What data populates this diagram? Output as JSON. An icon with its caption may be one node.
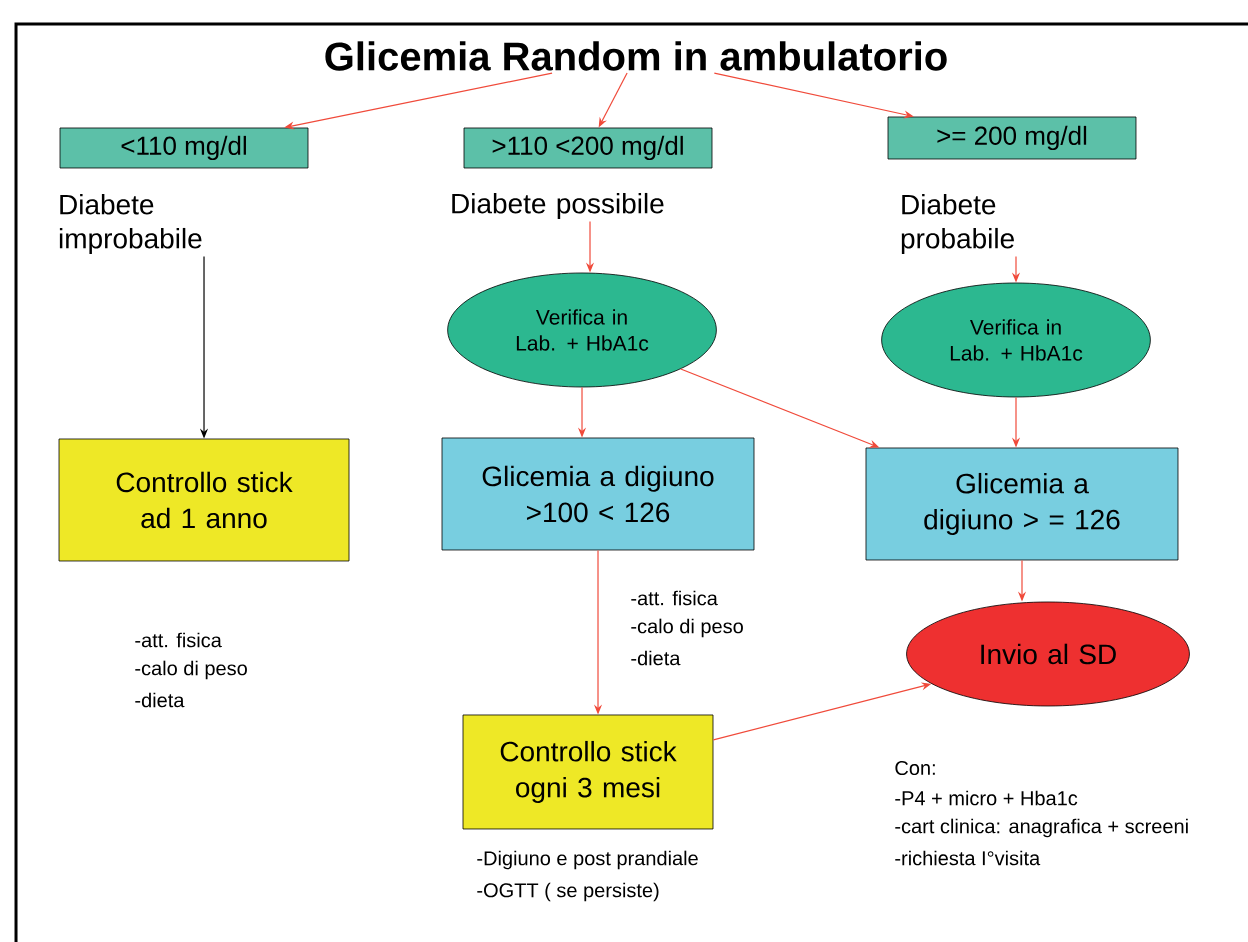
{
  "diagram": {
    "nodes": [
      {
        "text": [
          "Glicemia Random in ambulatorio"
        ]
      },
      {
        "text": [
          "<110 mg/dl"
        ]
      },
      {
        "text": [
          ">110 <200 mg/dl"
        ]
      },
      {
        "text": [
          ">= 200 mg/dl"
        ]
      },
      {
        "text": [
          "Diabete improbabile"
        ]
      },
      {
        "text": [
          "Diabete possibile"
        ]
      },
      {
        "text": [
          "Diabete probabile"
        ]
      },
      {
        "text": [
          "Verifica in Lab. + HbA1c"
        ]
      },
      {
        "text": [
          "Verifica in Lab. + HbA1c"
        ]
      },
      {
        "text": [
          "Controllo stick ad 1 anno"
        ]
      },
      {
        "text": [
          "Glicemia a digiuno >100 < 126"
        ]
      },
      {
        "text": [
          "Glicemia a digiuno > = 126"
        ]
      },
      {
        "text": [
          "Invio al SD"
        ],
        "beside": [
          "Con:",
          "-P4 + micro + Hba1c",
          "-cart clinica:  anagrafica + screeni",
          "-richiesta I°visita"
        ]
      },
      {
        "text": [
          "Controllo stick ogni 3 mesi"
        ],
        "beside": [
          "-Digiuno e post prandiale",
          "-OGTT ( se persiste)"
        ]
      }
    ],
    "edges": [
      {
        "from": 0,
        "to": 1,
        "arrow": "to"
      },
      {
        "from": 0,
        "to": 2,
        "arrow": "to"
      },
      {
        "from": 0,
        "to": 3,
        "arrow": "to"
      },
      {
        "from": 4,
        "to": 9,
        "arrow": "to",
        "color": "#000000"
      },
      {
        "from": 5,
        "to": 7,
        "arrow": "to"
      },
      {
        "from": 6,
        "to": 8,
        "arrow": "to"
      },
      {
        "from": 7,
        "to": 10,
        "arrow": "to"
      },
      {
        "from": 7,
        "to": 11,
        "arrow": "to"
      },
      {
        "from": 8,
        "to": 11,
        "arrow": "to"
      },
      {
        "from": 10,
        "to": 13,
        "arrow": "to"
      },
      {
        "from": 11,
        "to": 12,
        "arrow": "to"
      },
      {
        "from": 13,
        "to": 12,
        "arrow": "to"
      }
    ],
    "labels": [
      "-att. fisica",
      "-calo di peso",
      "-dieta",
      "-att. fisica",
      "-calo di peso",
      "-dieta"
    ]
  }
}
